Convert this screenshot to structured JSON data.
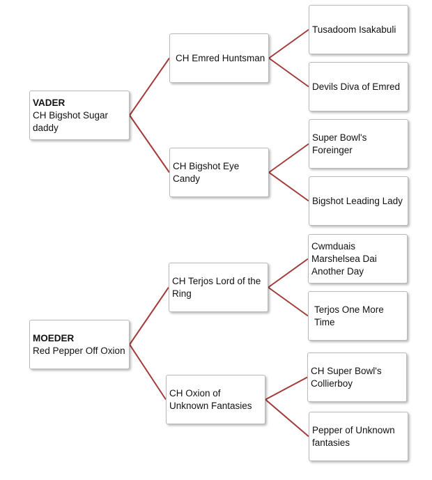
{
  "colors": {
    "connector": "#a33b3b",
    "box_border": "#b9b9b9"
  },
  "pedigree": {
    "sire": {
      "label": "VADER",
      "name": "CH Bigshot Sugar daddy"
    },
    "sire_sire": {
      "name": "CH Emred Huntsman"
    },
    "sire_sire_sire": {
      "name": "Tusadoom Isakabuli"
    },
    "sire_sire_dam": {
      "name": "Devils Diva of Emred"
    },
    "sire_dam": {
      "name": "CH Bigshot Eye Candy"
    },
    "sire_dam_sire": {
      "name": "Super Bowl's Foreinger"
    },
    "sire_dam_dam": {
      "name": "Bigshot Leading Lady"
    },
    "dam": {
      "label": "MOEDER",
      "name": "Red Pepper Off Oxion"
    },
    "dam_sire": {
      "name": "CH Terjos Lord of the Ring"
    },
    "dam_sire_sire": {
      "name": "Cwmduais Marshelsea Dai Another Day"
    },
    "dam_sire_dam": {
      "name": "Terjos One More Time"
    },
    "dam_dam": {
      "name": "CH Oxion of Unknown Fantasies"
    },
    "dam_dam_sire": {
      "name": "CH Super Bowl's Collierboy"
    },
    "dam_dam_dam": {
      "name": "Pepper of Unknown fantasies"
    }
  }
}
